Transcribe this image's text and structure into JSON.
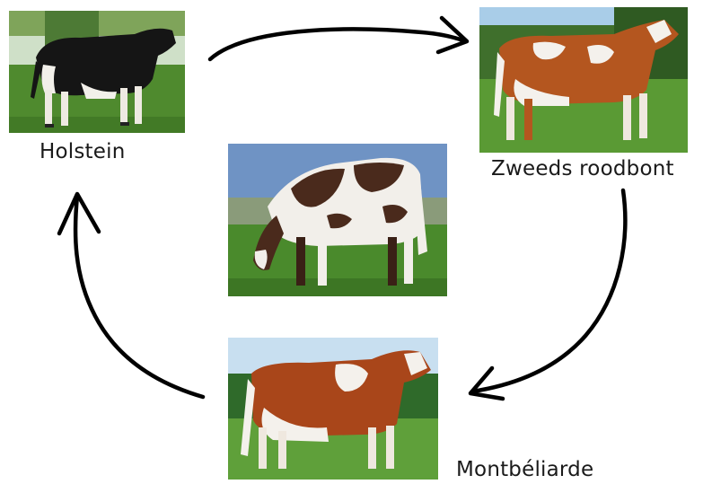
{
  "diagram": {
    "breeds": [
      {
        "label": "Holstein"
      },
      {
        "label": "Zweeds roodbont"
      },
      {
        "label": "Montbéliarde"
      }
    ]
  },
  "icons": {
    "arrow": "hand-drawn-curved-arrow",
    "photo": "cow-photo"
  },
  "colors": {
    "arrow": "#000000",
    "grass": "#4f8a2e",
    "sky": "#9cc3e6",
    "holstein_coat": "#151515",
    "red_coat": "#b4561f",
    "crossbred_coat": "#4a2a1c",
    "white_coat": "#f4f1ec"
  }
}
